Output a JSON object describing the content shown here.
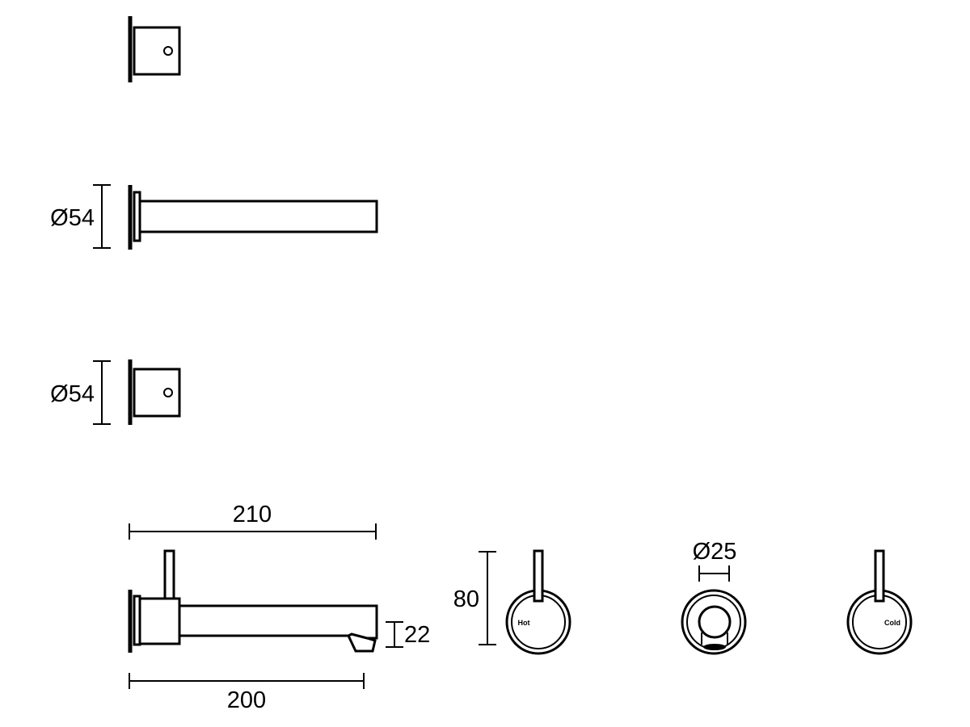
{
  "dimensions": {
    "flange_dia_top": "Ø54",
    "flange_dia_mid": "Ø54",
    "spout_length_top": "210",
    "spout_length_bottom": "200",
    "outlet_height": "22",
    "handle_height": "80",
    "outlet_dia": "Ø25"
  },
  "labels": {
    "hot": "Hot",
    "cold": "Cold"
  }
}
